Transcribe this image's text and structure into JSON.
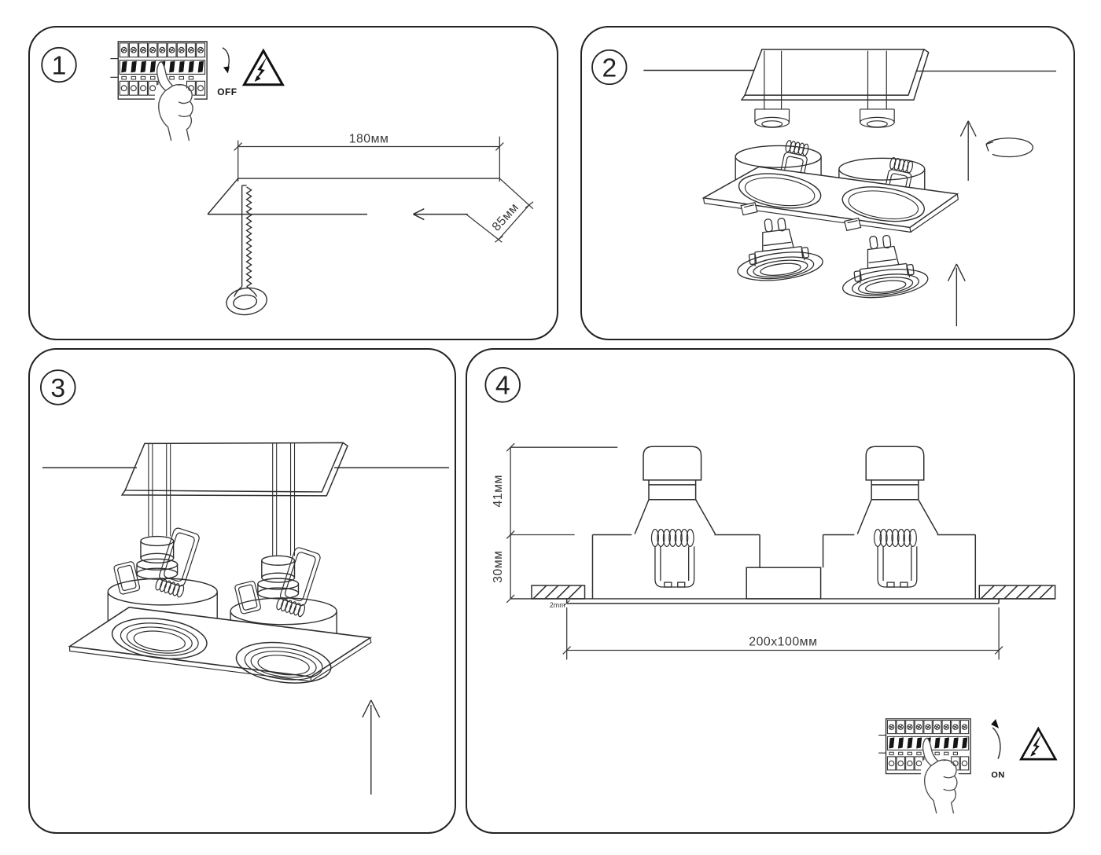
{
  "step1": {
    "number": "1",
    "breaker_switch_label": "OFF",
    "dim_cutout_length": "180мм",
    "dim_cutout_depth": "85мм"
  },
  "step2": {
    "number": "2"
  },
  "step3": {
    "number": "3"
  },
  "step4": {
    "number": "4",
    "breaker_switch_label": "ON",
    "dim_height_above": "41мм",
    "dim_recess_depth": "30мм",
    "dim_trim_thickness": "2mm",
    "dim_cutout_size": "200x100мм"
  },
  "colors": {
    "ink": "#2e2e2e",
    "switch_fill": "#151515"
  }
}
